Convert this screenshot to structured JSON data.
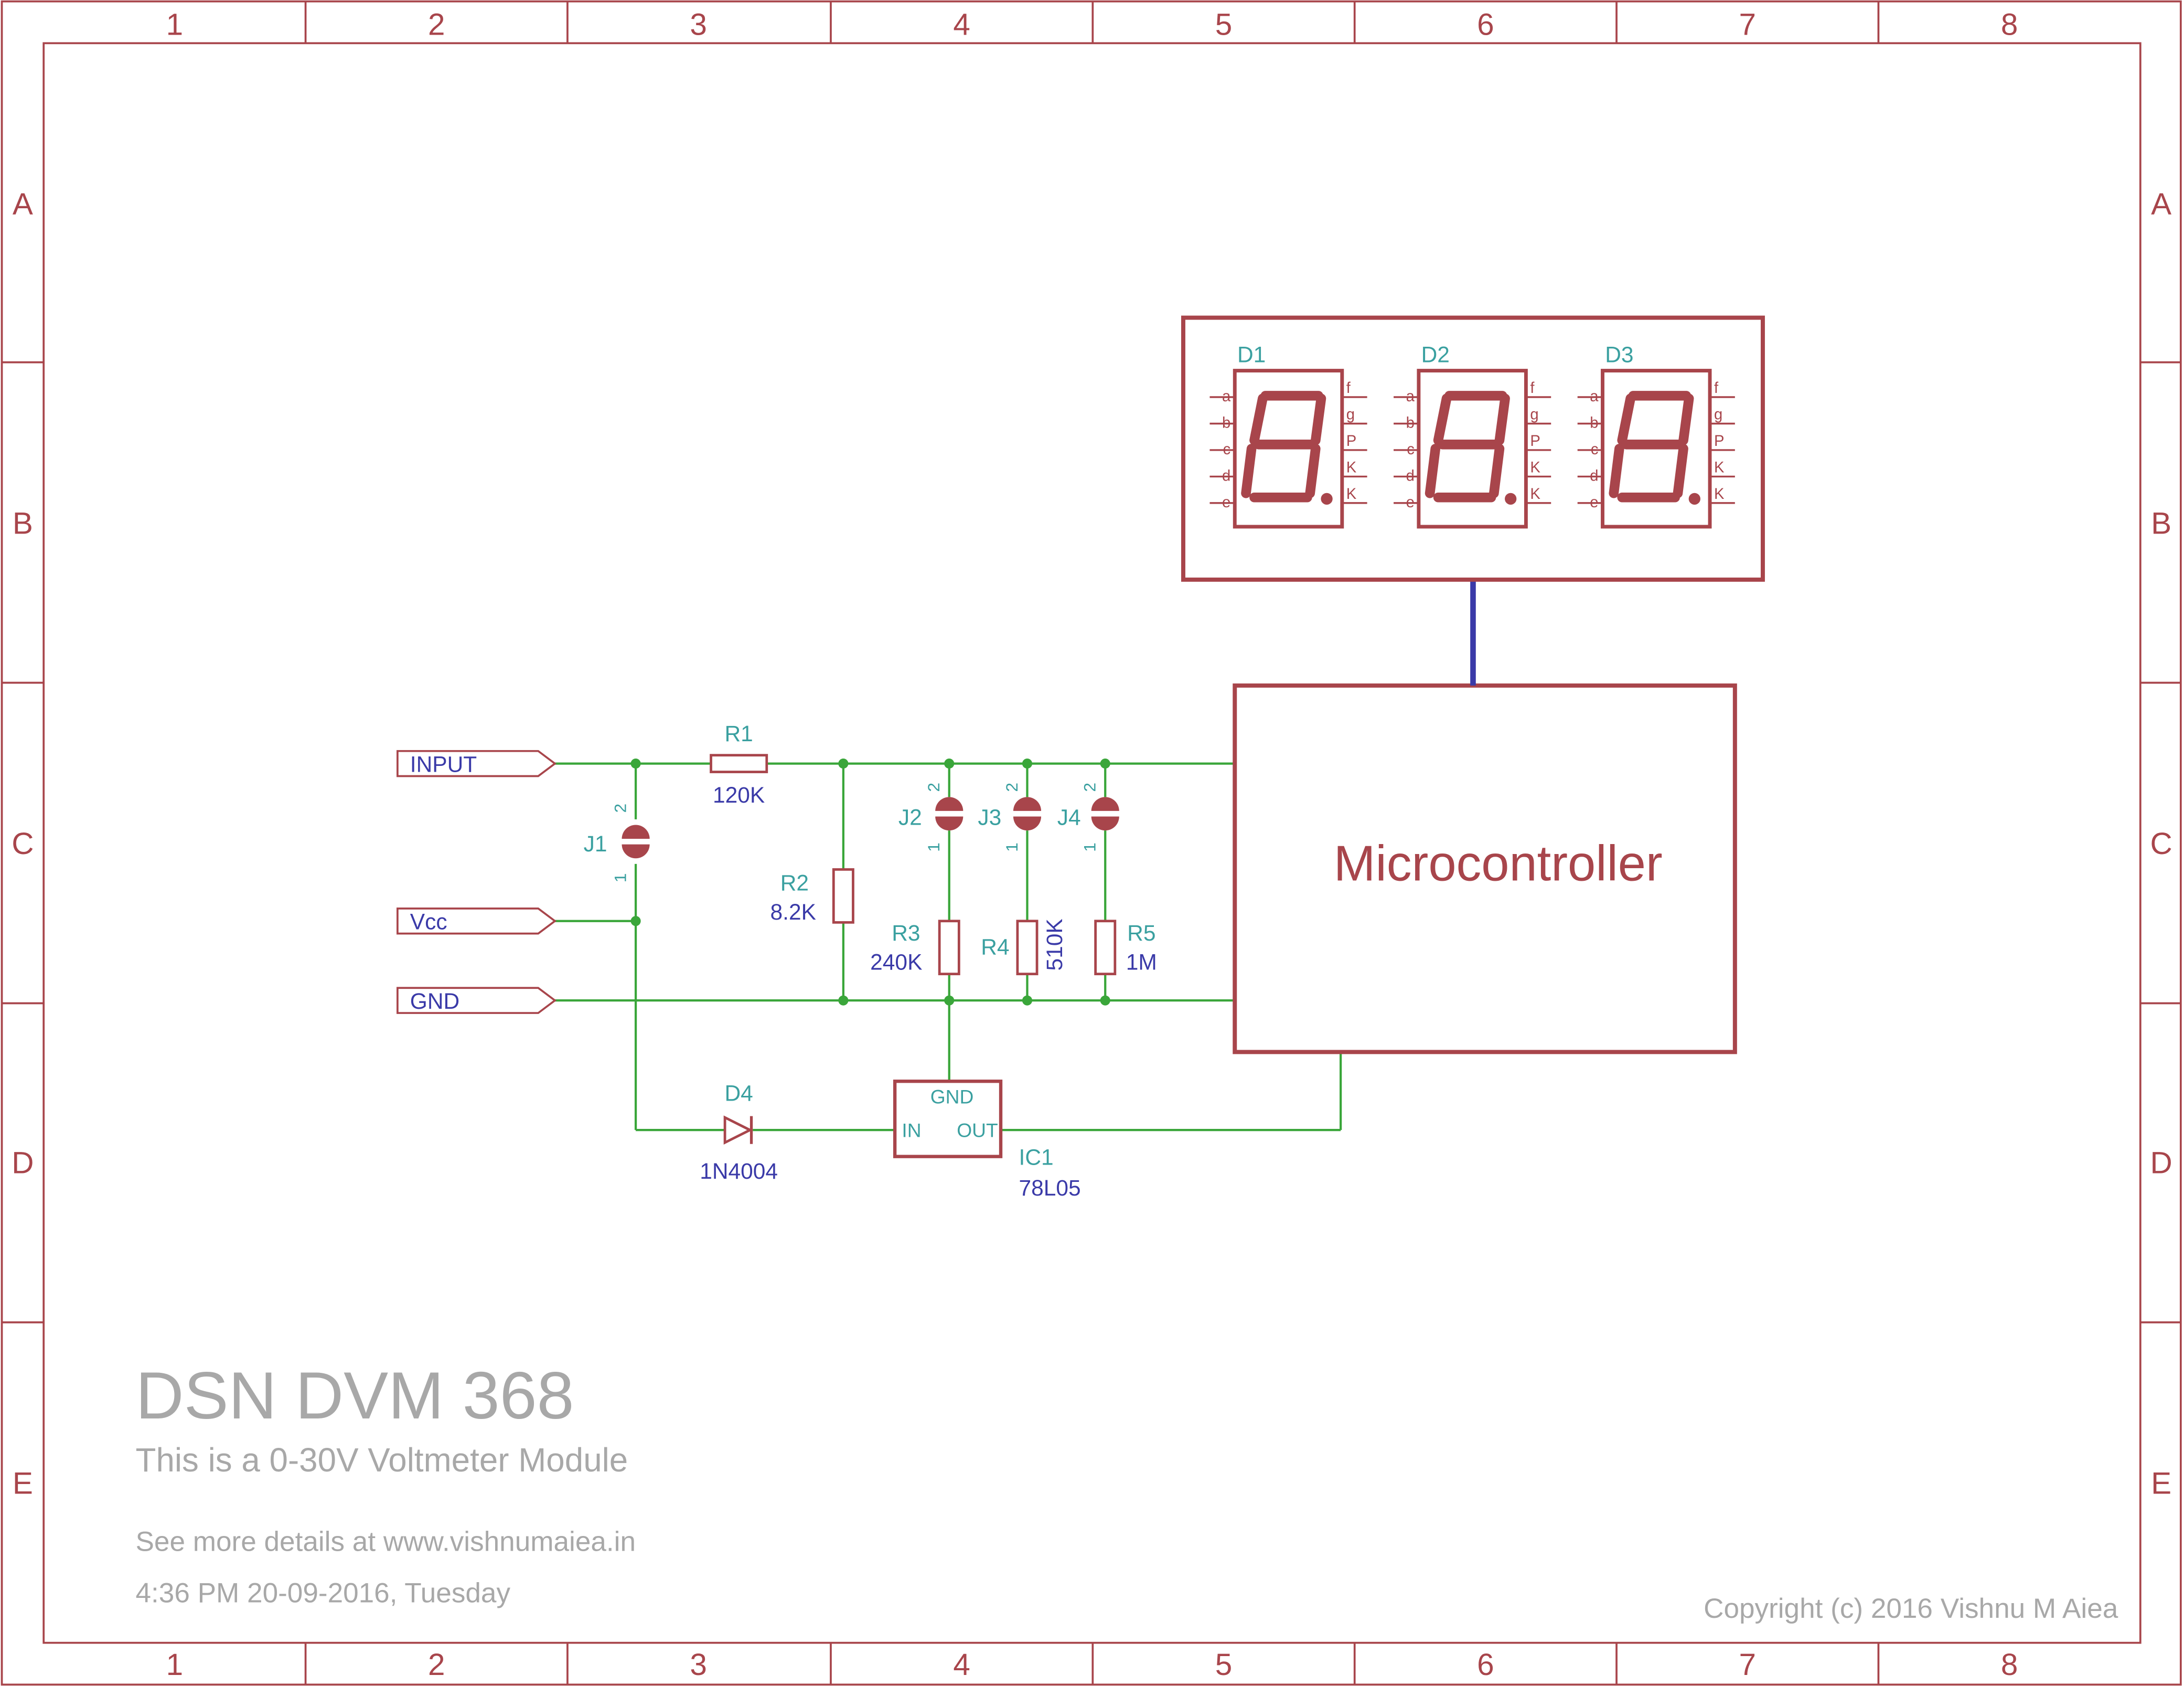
{
  "colors": {
    "frame": "#a8454b",
    "component": "#a8454b",
    "wire": "#3aa63a",
    "bus": "#3a3aa8",
    "ref_label": "#3aa0a0",
    "value_label": "#3a3aa8",
    "title_text": "#a8a8a8"
  },
  "frame": {
    "columns": [
      "1",
      "2",
      "3",
      "4",
      "5",
      "6",
      "7",
      "8"
    ],
    "rows": [
      "A",
      "B",
      "C",
      "D",
      "E"
    ]
  },
  "ports": {
    "input": "INPUT",
    "vcc": "Vcc",
    "gnd": "GND"
  },
  "components": {
    "r1": {
      "ref": "R1",
      "value": "120K"
    },
    "r2": {
      "ref": "R2",
      "value": "8.2K"
    },
    "r3": {
      "ref": "R3",
      "value": "240K"
    },
    "r4": {
      "ref": "R4",
      "value": "510K"
    },
    "r5": {
      "ref": "R5",
      "value": "1M"
    },
    "j1": {
      "ref": "J1",
      "pin1": "1",
      "pin2": "2"
    },
    "j2": {
      "ref": "J2",
      "pin1": "1",
      "pin2": "2"
    },
    "j3": {
      "ref": "J3",
      "pin1": "1",
      "pin2": "2"
    },
    "j4": {
      "ref": "J4",
      "pin1": "1",
      "pin2": "2"
    },
    "d4": {
      "ref": "D4",
      "value": "1N4004"
    },
    "ic1": {
      "ref": "IC1",
      "value": "78L05",
      "pin_gnd": "GND",
      "pin_in": "IN",
      "pin_out": "OUT"
    },
    "mcu": {
      "label": "Microcontroller"
    }
  },
  "display": {
    "digits": [
      {
        "ref": "D1"
      },
      {
        "ref": "D2"
      },
      {
        "ref": "D3"
      }
    ],
    "left_pins": [
      "a",
      "b",
      "c",
      "d",
      "e"
    ],
    "right_pins": [
      "f",
      "g",
      "P",
      "K",
      "K"
    ]
  },
  "title_block": {
    "title": "DSN DVM 368",
    "subtitle": "This is a 0-30V Voltmeter Module",
    "details": "See more details at www.vishnumaiea.in",
    "timestamp": "4:36 PM 20-09-2016, Tuesday",
    "copyright": "Copyright (c) 2016 Vishnu M Aiea"
  }
}
